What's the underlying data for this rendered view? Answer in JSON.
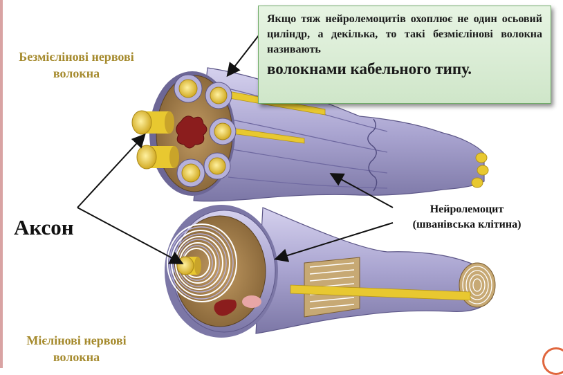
{
  "labels": {
    "unmyelinated": "Безмієлінові нервові волокна",
    "axon": "Аксон",
    "neurolemmocyte_line1": "Нейролемоцит",
    "neurolemmocyte_line2": "(шванівська клітина)",
    "myelinated": "Мієлінові нервові волокна"
  },
  "callout": {
    "text": "Якщо тяж нейролемоцитів охоплює не один осьовий циліндр, а декілька, то такі безмієлінові волокна називають",
    "emphasis": "волокнами кабельного типу",
    "suffix": "."
  },
  "colors": {
    "label_gold": "#a58a2d",
    "callout_bg": "#dbeed6",
    "callout_border": "#6fab67",
    "sheath_purple": "#a9a5cf",
    "axon_yellow": "#e8c830",
    "connective_brown": "#a07a4a",
    "vessel_red": "#8b1d1d"
  }
}
